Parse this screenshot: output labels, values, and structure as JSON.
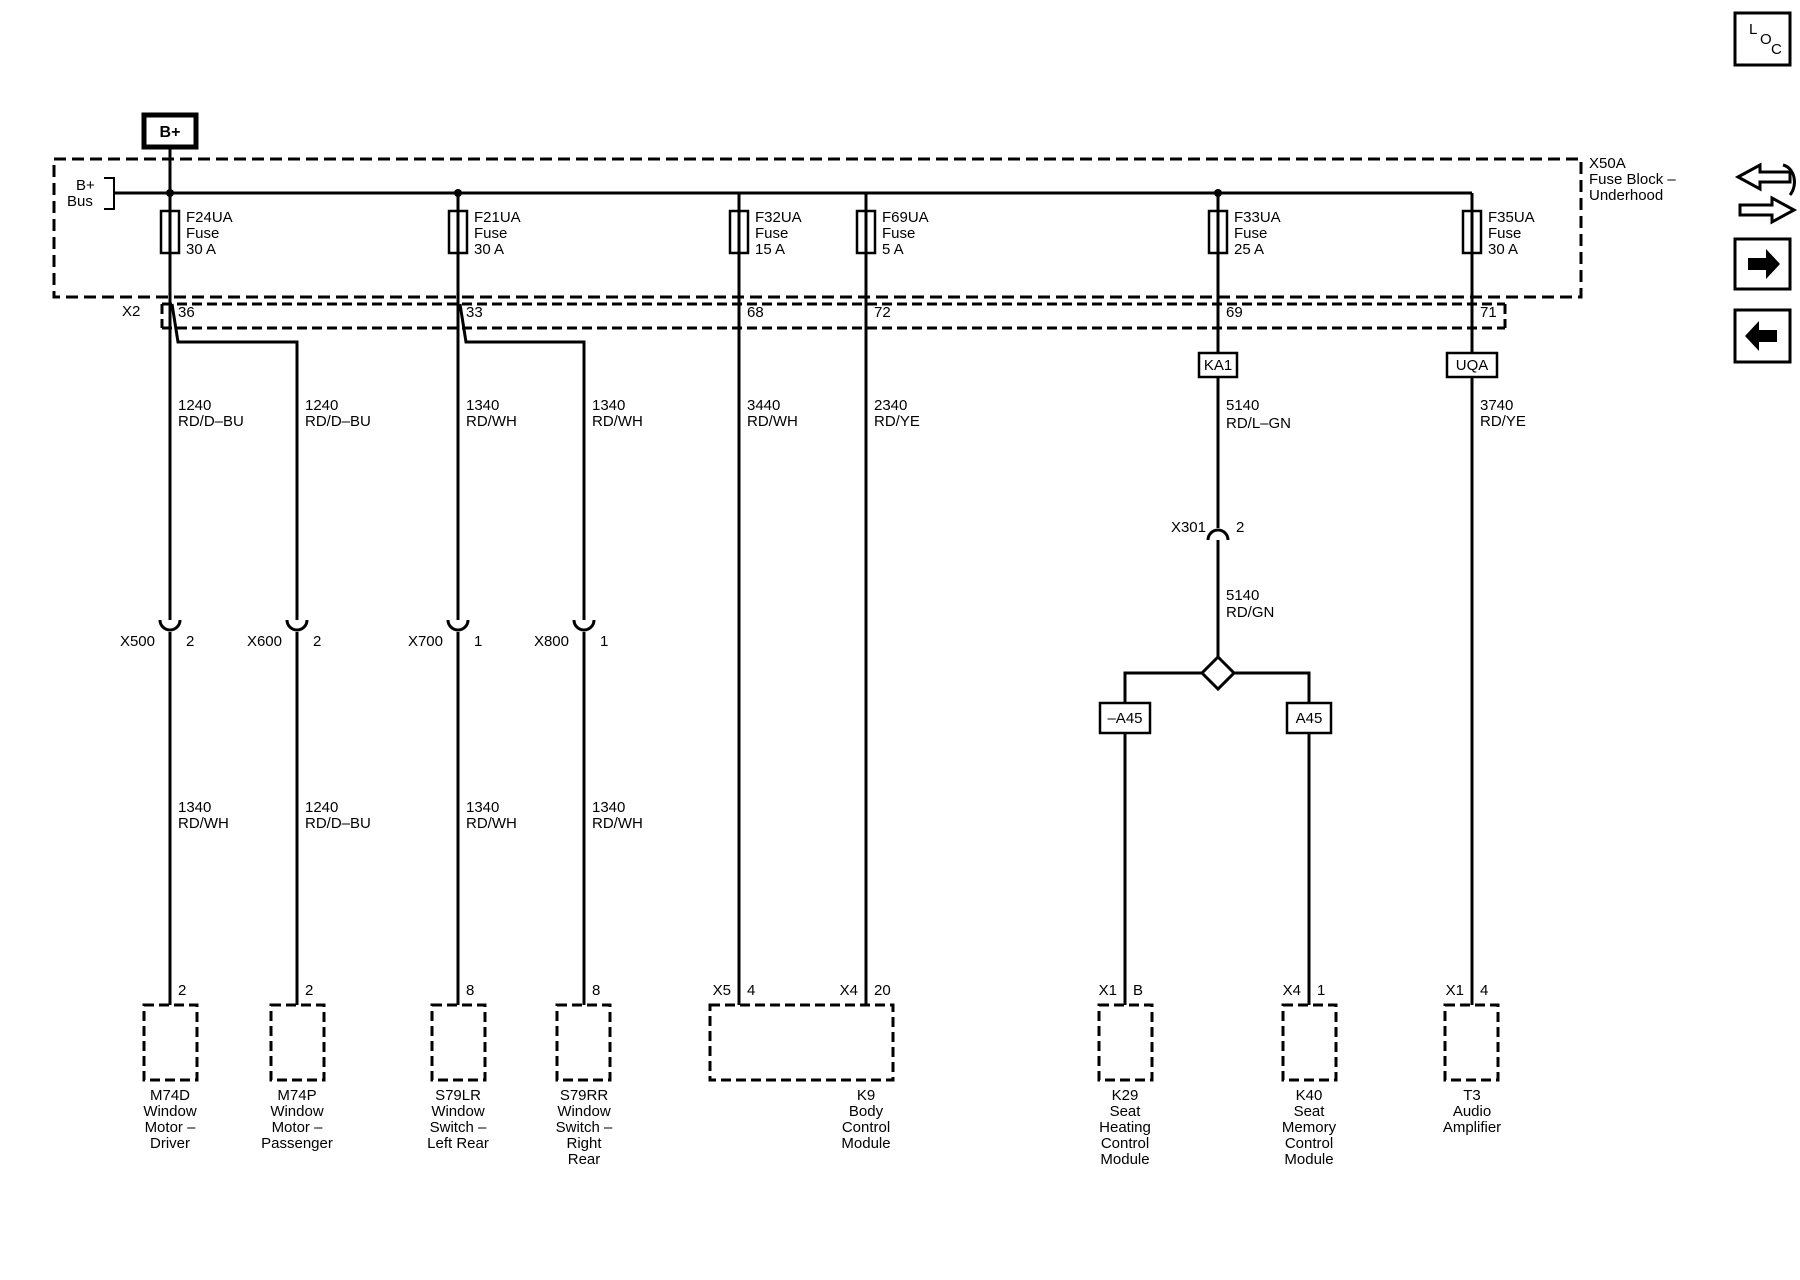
{
  "power_source": {
    "label": "B+"
  },
  "fuse_block": {
    "id": "X50A",
    "name_line1": "Fuse Block –",
    "name_line2": "Underhood",
    "bus_line1": "B+",
    "bus_line2": "Bus",
    "connector": "X2"
  },
  "fuses": [
    {
      "id": "F24UA",
      "type": "Fuse",
      "rating": "30 A",
      "pin": "36"
    },
    {
      "id": "F21UA",
      "type": "Fuse",
      "rating": "30 A",
      "pin": "33"
    },
    {
      "id": "F32UA",
      "type": "Fuse",
      "rating": "15 A",
      "pin": "68"
    },
    {
      "id": "F69UA",
      "type": "Fuse",
      "rating": "5 A",
      "pin": "72"
    },
    {
      "id": "F33UA",
      "type": "Fuse",
      "rating": "25 A",
      "pin": "69"
    },
    {
      "id": "F35UA",
      "type": "Fuse",
      "rating": "30 A",
      "pin": "71"
    }
  ],
  "upper_wires": [
    {
      "circuit": "1240",
      "color": "RD/D–BU"
    },
    {
      "circuit": "1240",
      "color": "RD/D–BU"
    },
    {
      "circuit": "1340",
      "color": "RD/WH"
    },
    {
      "circuit": "1340",
      "color": "RD/WH"
    },
    {
      "circuit": "3440",
      "color": "RD/WH"
    },
    {
      "circuit": "2340",
      "color": "RD/YE"
    },
    {
      "circuit": "5140",
      "color": "RD/L–GN"
    },
    {
      "circuit": "3740",
      "color": "RD/YE"
    }
  ],
  "inline_connectors": [
    {
      "id": "X500",
      "pin": "2"
    },
    {
      "id": "X600",
      "pin": "2"
    },
    {
      "id": "X700",
      "pin": "1"
    },
    {
      "id": "X800",
      "pin": "1"
    },
    {
      "id": "X301",
      "pin": "2"
    }
  ],
  "lower_wires": [
    {
      "circuit": "1340",
      "color": "RD/WH"
    },
    {
      "circuit": "1240",
      "color": "RD/D–BU"
    },
    {
      "circuit": "1340",
      "color": "RD/WH"
    },
    {
      "circuit": "1340",
      "color": "RD/WH"
    },
    {
      "circuit": "5140",
      "color": "RD/GN"
    }
  ],
  "options": [
    {
      "label": "KA1"
    },
    {
      "label": "UQA"
    },
    {
      "label": "–A45"
    },
    {
      "label": "A45"
    }
  ],
  "component_pins": [
    {
      "connector": "",
      "pin": "2"
    },
    {
      "connector": "",
      "pin": "2"
    },
    {
      "connector": "",
      "pin": "8"
    },
    {
      "connector": "",
      "pin": "8"
    },
    {
      "connector": "X5",
      "pin": "4"
    },
    {
      "connector": "X4",
      "pin": "20"
    },
    {
      "connector": "X1",
      "pin": "B"
    },
    {
      "connector": "X4",
      "pin": "1"
    },
    {
      "connector": "X1",
      "pin": "4"
    }
  ],
  "components": [
    {
      "lines": [
        "M74D",
        "Window",
        "Motor –",
        "Driver"
      ]
    },
    {
      "lines": [
        "M74P",
        "Window",
        "Motor –",
        "Passenger"
      ]
    },
    {
      "lines": [
        "S79LR",
        "Window",
        "Switch –",
        "Left Rear"
      ]
    },
    {
      "lines": [
        "S79RR",
        "Window",
        "Switch –",
        "Right",
        "Rear"
      ]
    },
    {
      "lines": [
        "K9",
        "Body",
        "Control",
        "Module"
      ]
    },
    {
      "lines": [
        "K29",
        "Seat",
        "Heating",
        "Control",
        "Module"
      ]
    },
    {
      "lines": [
        "K40",
        "Seat",
        "Memory",
        "Control",
        "Module"
      ]
    },
    {
      "lines": [
        "T3",
        "Audio",
        "Amplifier"
      ]
    }
  ],
  "nav": {
    "loc_line1": "L",
    "loc_line2": "O",
    "loc_line3": "C",
    "forward_icon": "arrow-right-icon",
    "back_icon": "arrow-left-icon",
    "swap_icon": "connector-swap-icon"
  }
}
